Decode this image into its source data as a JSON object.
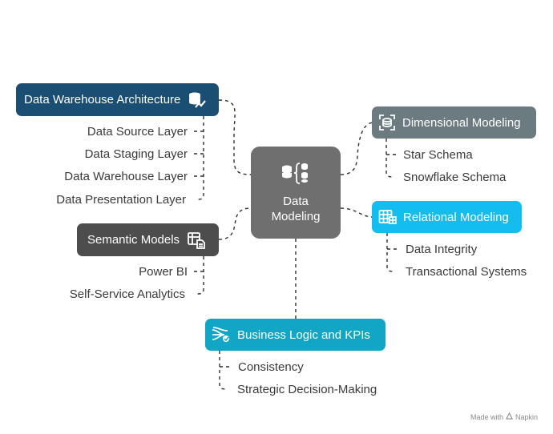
{
  "center": {
    "title_line1": "Data",
    "title_line2": "Modeling"
  },
  "nodes": {
    "dwa": {
      "label": "Data Warehouse Architecture",
      "color": "#1a4e72",
      "items": [
        "Data Source Layer",
        "Data Staging Layer",
        "Data Warehouse Layer",
        "Data Presentation Layer"
      ]
    },
    "semantic": {
      "label": "Semantic Models",
      "color": "#4d4d4d",
      "items": [
        "Power BI",
        "Self-Service Analytics"
      ]
    },
    "dimensional": {
      "label": "Dimensional Modeling",
      "color": "#6b7b80",
      "items": [
        "Star Schema",
        "Snowflake Schema"
      ]
    },
    "relational": {
      "label": "Relational Modeling",
      "color": "#13bdf0",
      "items": [
        "Data Integrity",
        "Transactional Systems"
      ]
    },
    "business": {
      "label": "Business Logic and KPIs",
      "color": "#11a6c6",
      "items": [
        "Consistency",
        "Strategic Decision-Making"
      ]
    }
  },
  "footer": {
    "text": "Made with",
    "brand": "Napkin"
  }
}
